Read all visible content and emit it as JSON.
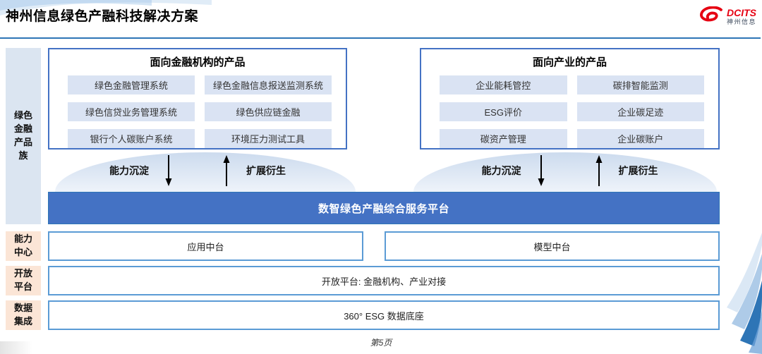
{
  "header": {
    "title": "神州信息绿色产融科技解决方案",
    "logo": {
      "brand": "DCITS",
      "name": "神州信息"
    }
  },
  "sidebar": {
    "product_family": "绿色金融产品族",
    "capability": "能力中心",
    "open": "开放平台",
    "data": "数据集成"
  },
  "product_groups": [
    {
      "title": "面向金融机构的产品",
      "items": [
        "绿色金融管理系统",
        "绿色金融信息报送监测系统",
        "绿色信贷业务管理系统",
        "绿色供应链金融",
        "银行个人碳账户系统",
        "环境压力测试工具"
      ]
    },
    {
      "title": "面向产业的产品",
      "items": [
        "企业能耗管控",
        "碳排智能监测",
        "ESG评价",
        "企业碳足迹",
        "碳资产管理",
        "企业碳账户"
      ]
    }
  ],
  "flow": {
    "settle": "能力沉淀",
    "derive": "扩展衍生"
  },
  "platform": "数智绿色产融综合服务平台",
  "capability_center": {
    "left": "应用中台",
    "right": "模型中台"
  },
  "open_platform": "开放平台: 金融机构、产业对接",
  "data_base": "360° ESG 数据底座",
  "footer": "第5页",
  "colors": {
    "accent_blue": "#4472C4",
    "row_border_blue": "#5B9BD5",
    "header_line_blue": "#2E75B6",
    "item_fill_blue": "#DAE3F3",
    "sidebar_blue": "#DBE5F1",
    "sidebar_peach": "#FBE5D6",
    "logo_red": "#E60012"
  }
}
